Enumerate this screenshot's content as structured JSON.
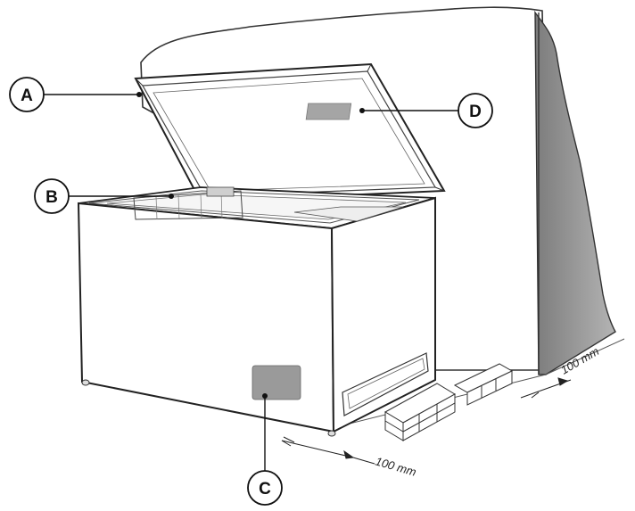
{
  "callouts": {
    "a": {
      "letter": "A"
    },
    "b": {
      "letter": "B"
    },
    "c": {
      "letter": "C"
    },
    "d": {
      "letter": "D"
    }
  },
  "dimensions": {
    "front_clearance": "100 mm",
    "side_clearance": "100 mm"
  },
  "colors": {
    "wall_shade": "#8a8a8a",
    "plate": "#9a9a9a",
    "line": "#222222"
  }
}
